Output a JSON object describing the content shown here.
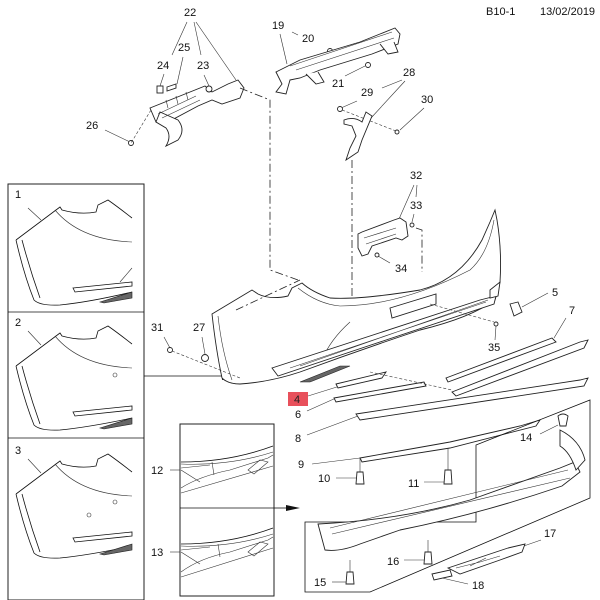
{
  "header": {
    "diagram_code": "B10-1",
    "date": "13/02/2019"
  },
  "highlight_color": "#e8505b",
  "inset_panels": [
    {
      "label": "1"
    },
    {
      "label": "2"
    },
    {
      "label": "3"
    }
  ],
  "detail_panels": [
    {
      "label": "12"
    },
    {
      "label": "13"
    }
  ],
  "callouts": {
    "c1": "1",
    "c2": "2",
    "c3": "3",
    "c4": "4",
    "c5": "5",
    "c6": "6",
    "c7": "7",
    "c8": "8",
    "c9": "9",
    "c10": "10",
    "c11": "11",
    "c12": "12",
    "c13": "13",
    "c14": "14",
    "c15": "15",
    "c16": "16",
    "c17": "17",
    "c18": "18",
    "c19": "19",
    "c20": "20",
    "c21": "21",
    "c22": "22",
    "c23": "23",
    "c24": "24",
    "c25": "25",
    "c26": "26",
    "c27": "27",
    "c28": "28",
    "c29": "29",
    "c30": "30",
    "c31": "31",
    "c32": "32",
    "c33": "33",
    "c34": "34",
    "c35": "35"
  },
  "highlighted_callout": "4"
}
